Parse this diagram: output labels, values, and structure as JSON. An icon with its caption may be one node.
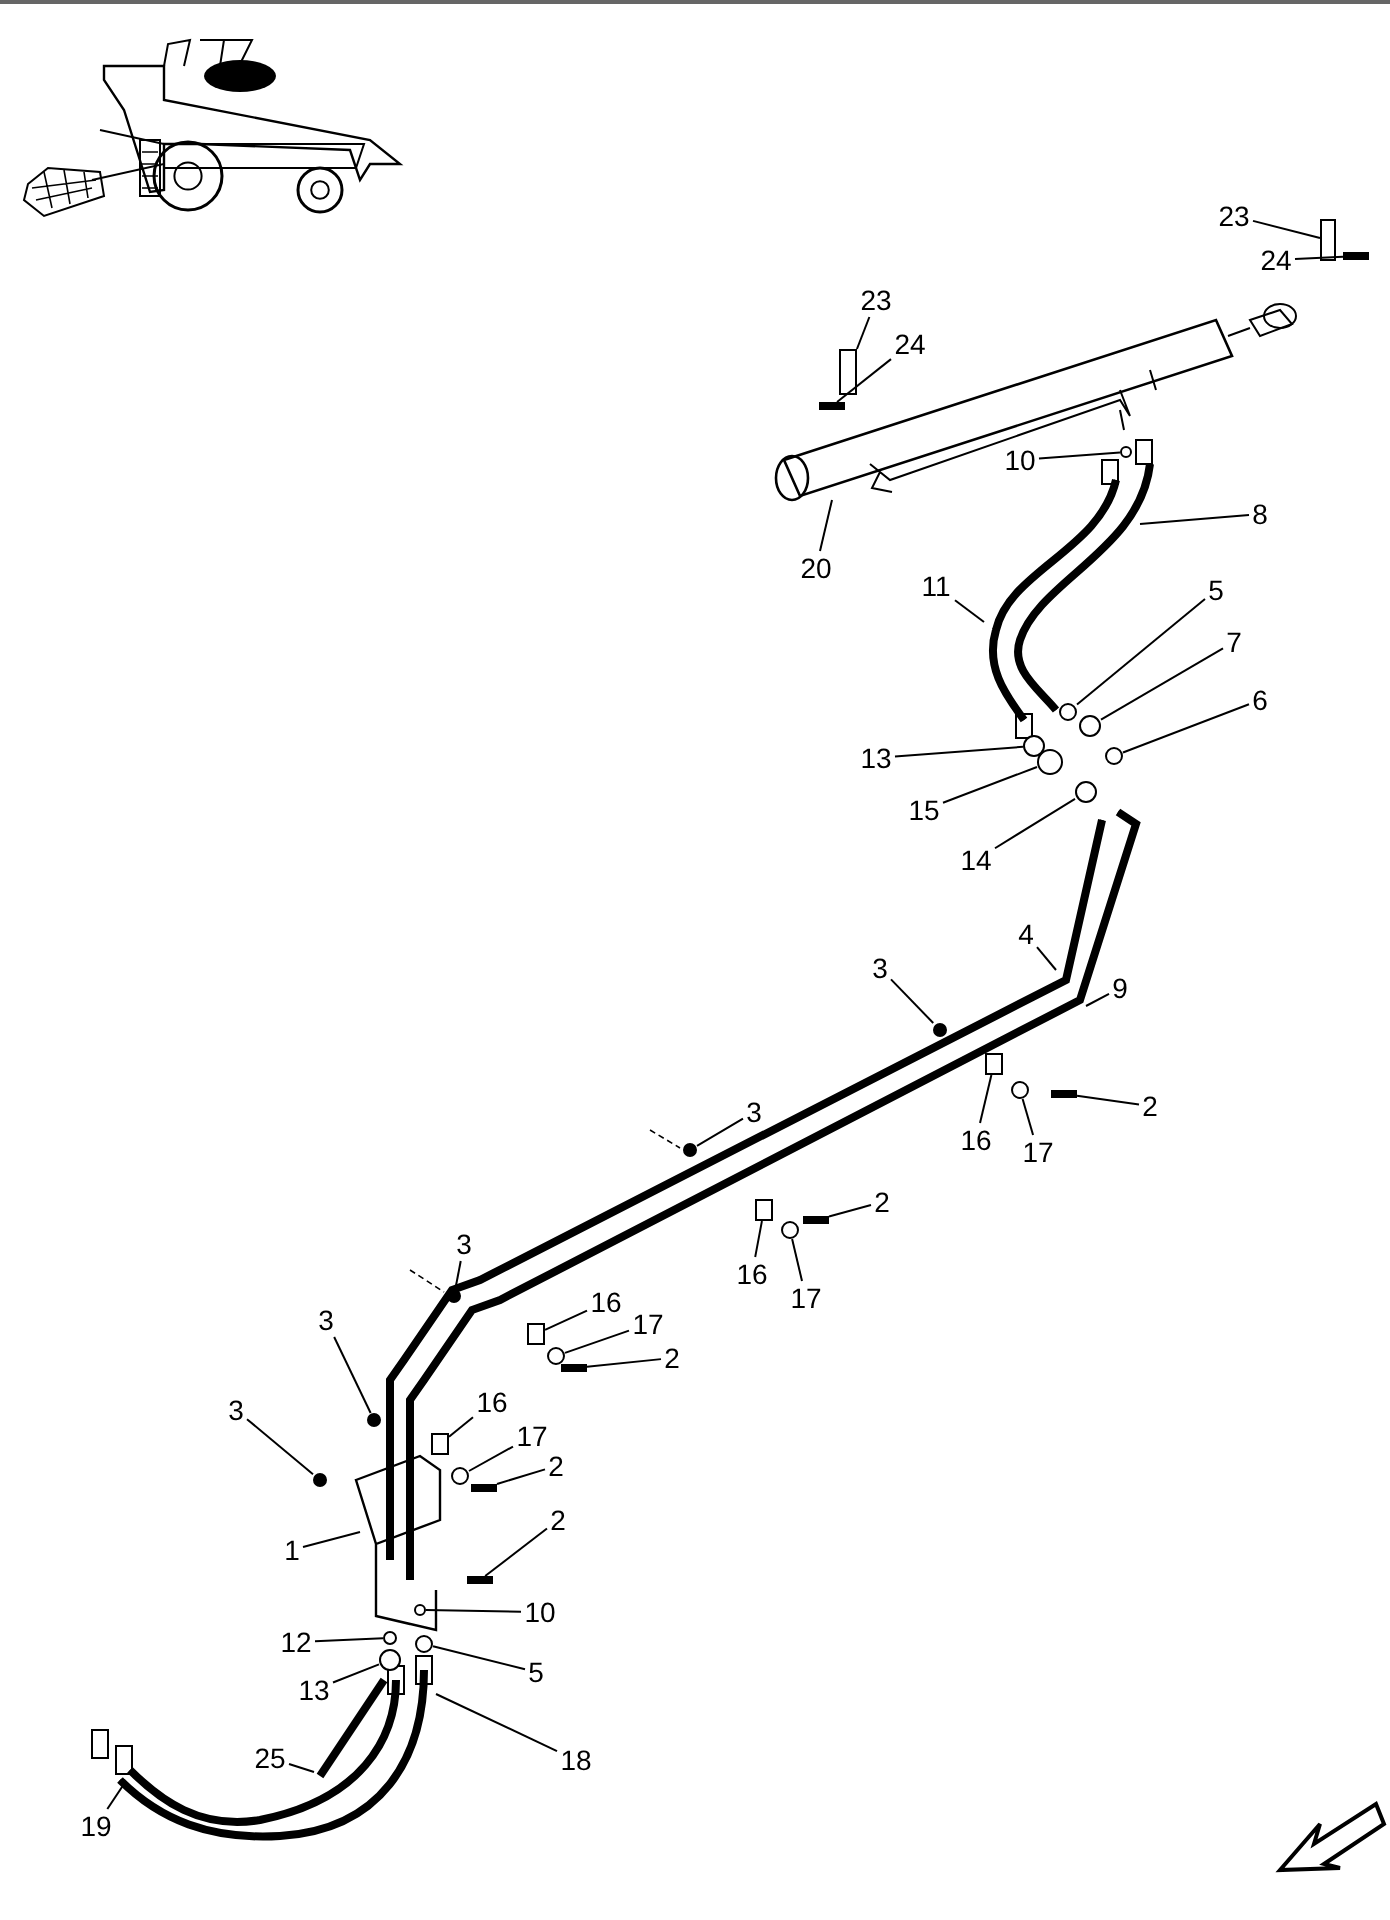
{
  "diagram": {
    "nodes": [
      {
        "text": [
          "23"
        ]
      },
      {
        "text": [
          "24"
        ]
      },
      {
        "text": [
          "23"
        ]
      },
      {
        "text": [
          "24"
        ]
      },
      {
        "text": [
          "10"
        ]
      },
      {
        "text": [
          "8"
        ]
      },
      {
        "text": [
          "20"
        ]
      },
      {
        "text": [
          "11"
        ]
      },
      {
        "text": [
          "5"
        ]
      },
      {
        "text": [
          "7"
        ]
      },
      {
        "text": [
          "6"
        ]
      },
      {
        "text": [
          "13"
        ]
      },
      {
        "text": [
          "15"
        ]
      },
      {
        "text": [
          "14"
        ]
      },
      {
        "text": [
          "4"
        ]
      },
      {
        "text": [
          "9"
        ]
      },
      {
        "text": [
          "3"
        ]
      },
      {
        "text": [
          "2"
        ]
      },
      {
        "text": [
          "16"
        ]
      },
      {
        "text": [
          "17"
        ]
      },
      {
        "text": [
          "3"
        ]
      },
      {
        "text": [
          "2"
        ]
      },
      {
        "text": [
          "16"
        ]
      },
      {
        "text": [
          "17"
        ]
      },
      {
        "text": [
          "3"
        ]
      },
      {
        "text": [
          "16"
        ]
      },
      {
        "text": [
          "17"
        ]
      },
      {
        "text": [
          "2"
        ]
      },
      {
        "text": [
          "3"
        ]
      },
      {
        "text": [
          "16"
        ]
      },
      {
        "text": [
          "17"
        ]
      },
      {
        "text": [
          "2"
        ]
      },
      {
        "text": [
          "3"
        ]
      },
      {
        "text": [
          "1"
        ]
      },
      {
        "text": [
          "2"
        ]
      },
      {
        "text": [
          "10"
        ]
      },
      {
        "text": [
          "12"
        ]
      },
      {
        "text": [
          "5"
        ]
      },
      {
        "text": [
          "13"
        ]
      },
      {
        "text": [
          "25"
        ]
      },
      {
        "text": [
          "18"
        ]
      },
      {
        "text": [
          "19"
        ]
      },
      {
        "text": [],
        "shape": "box"
      },
      {
        "text": [],
        "shape": "bar"
      },
      {
        "text": [],
        "shape": "box"
      },
      {
        "text": [],
        "shape": "bar"
      },
      {
        "text": [],
        "shape": "circle"
      },
      {
        "text": [],
        "shape": "circle"
      },
      {
        "text": [],
        "shape": "circle"
      },
      {
        "text": [],
        "shape": "circle"
      },
      {
        "text": [],
        "shape": "circle"
      },
      {
        "text": [],
        "shape": "circle"
      },
      {
        "text": [],
        "shape": "circle"
      },
      {
        "text": [],
        "shape": "circle"
      },
      {
        "text": [],
        "shape": "bar"
      },
      {
        "text": [],
        "shape": "box"
      },
      {
        "text": [],
        "shape": "circle"
      },
      {
        "text": [],
        "shape": "circle"
      },
      {
        "text": [],
        "shape": "bar"
      },
      {
        "text": [],
        "shape": "box"
      },
      {
        "text": [],
        "shape": "circle"
      },
      {
        "text": [],
        "shape": "circle"
      },
      {
        "text": [],
        "shape": "box"
      },
      {
        "text": [],
        "shape": "circle"
      },
      {
        "text": [],
        "shape": "bar"
      },
      {
        "text": [],
        "shape": "circle"
      },
      {
        "text": [],
        "shape": "box"
      },
      {
        "text": [],
        "shape": "circle"
      },
      {
        "text": [],
        "shape": "bar"
      },
      {
        "text": [],
        "shape": "circle"
      },
      {
        "text": [],
        "shape": "bar"
      },
      {
        "text": [],
        "shape": "circle"
      },
      {
        "text": [],
        "shape": "circle"
      },
      {
        "text": [],
        "shape": "circle"
      },
      {
        "text": [],
        "shape": "circle"
      }
    ],
    "edges": [
      {
        "from": 0,
        "to": 42,
        "arrow": "none"
      },
      {
        "from": 1,
        "to": 43,
        "arrow": "none"
      },
      {
        "from": 2,
        "to": 44,
        "arrow": "none"
      },
      {
        "from": 3,
        "to": 45,
        "arrow": "none"
      },
      {
        "from": 4,
        "to": 46,
        "arrow": "none"
      },
      {
        "from": 5,
        "to": null,
        "arrow": "none"
      },
      {
        "from": 6,
        "to": null,
        "arrow": "none"
      },
      {
        "from": 7,
        "to": null,
        "arrow": "none"
      },
      {
        "from": 8,
        "to": 47,
        "arrow": "none"
      },
      {
        "from": 9,
        "to": 48,
        "arrow": "none"
      },
      {
        "from": 10,
        "to": 49,
        "arrow": "none"
      },
      {
        "from": 11,
        "to": 50,
        "arrow": "none"
      },
      {
        "from": 12,
        "to": 51,
        "arrow": "none"
      },
      {
        "from": 13,
        "to": 52,
        "arrow": "none"
      },
      {
        "from": 14,
        "to": null,
        "arrow": "none"
      },
      {
        "from": 15,
        "to": null,
        "arrow": "none"
      },
      {
        "from": 16,
        "to": 53,
        "arrow": "none"
      },
      {
        "from": 17,
        "to": 54,
        "arrow": "none"
      },
      {
        "from": 18,
        "to": 55,
        "arrow": "none"
      },
      {
        "from": 19,
        "to": 56,
        "arrow": "none"
      },
      {
        "from": 20,
        "to": 57,
        "arrow": "none"
      },
      {
        "from": 21,
        "to": 58,
        "arrow": "none"
      },
      {
        "from": 22,
        "to": 59,
        "arrow": "none"
      },
      {
        "from": 23,
        "to": 60,
        "arrow": "none"
      },
      {
        "from": 24,
        "to": 61,
        "arrow": "none"
      },
      {
        "from": 25,
        "to": 62,
        "arrow": "none"
      },
      {
        "from": 26,
        "to": 63,
        "arrow": "none"
      },
      {
        "from": 27,
        "to": 64,
        "arrow": "none"
      },
      {
        "from": 28,
        "to": 65,
        "arrow": "none"
      },
      {
        "from": 29,
        "to": 66,
        "arrow": "none"
      },
      {
        "from": 30,
        "to": 67,
        "arrow": "none"
      },
      {
        "from": 31,
        "to": 68,
        "arrow": "none"
      },
      {
        "from": 32,
        "to": 69,
        "arrow": "none"
      },
      {
        "from": 33,
        "to": null,
        "arrow": "none"
      },
      {
        "from": 34,
        "to": 70,
        "arrow": "none"
      },
      {
        "from": 35,
        "to": 71,
        "arrow": "none"
      },
      {
        "from": 36,
        "to": 72,
        "arrow": "none"
      },
      {
        "from": 37,
        "to": 73,
        "arrow": "none"
      },
      {
        "from": 38,
        "to": 74,
        "arrow": "none"
      },
      {
        "from": 39,
        "to": null,
        "arrow": "none"
      },
      {
        "from": 40,
        "to": null,
        "arrow": "none"
      },
      {
        "from": 41,
        "to": null,
        "arrow": "none"
      }
    ]
  }
}
